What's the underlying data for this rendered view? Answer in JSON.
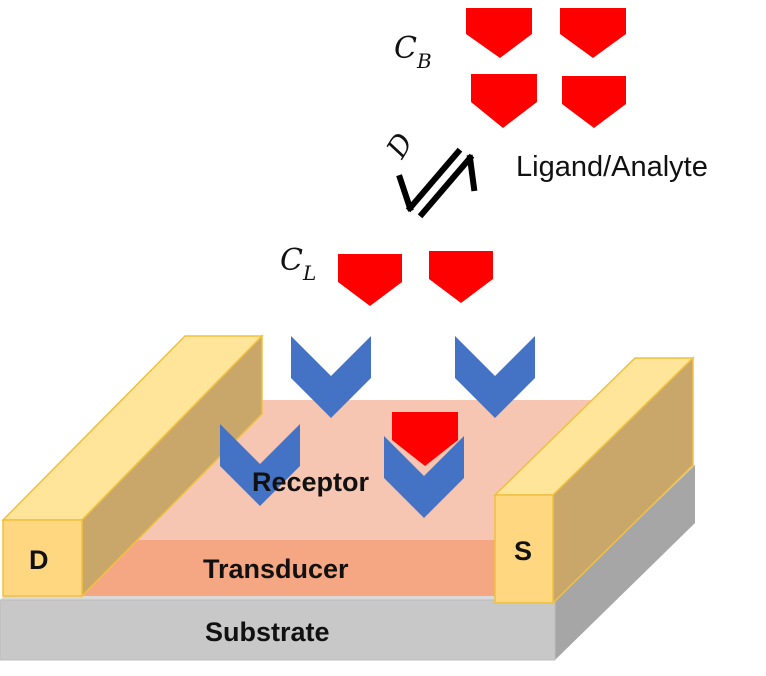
{
  "labels": {
    "cb_main": "C",
    "cb_sub": "B",
    "cl_main": "C",
    "cl_sub": "L",
    "d_rate": "D",
    "ligand": "Ligand/Analyte",
    "receptor": "Receptor",
    "transducer": "Transducer",
    "substrate": "Substrate",
    "drain": "D",
    "source": "S"
  },
  "colors": {
    "analyte": "#ff0000",
    "receptor": "#4472c4",
    "electrode_top": "#ffe59a",
    "electrode_front": "#ffd780",
    "electrode_side": "#c9a76b",
    "transducer_top": "#f6c6b2",
    "transducer_front": "#f5a784",
    "substrate_top": "#d9d9d9",
    "substrate_front": "#c8c8c8",
    "substrate_side": "#a6a6a6"
  },
  "icons": {
    "analyte": "pentagon-arrow-down",
    "receptor": "chevron-down",
    "equilibrium": "double-harpoon-arrow"
  }
}
